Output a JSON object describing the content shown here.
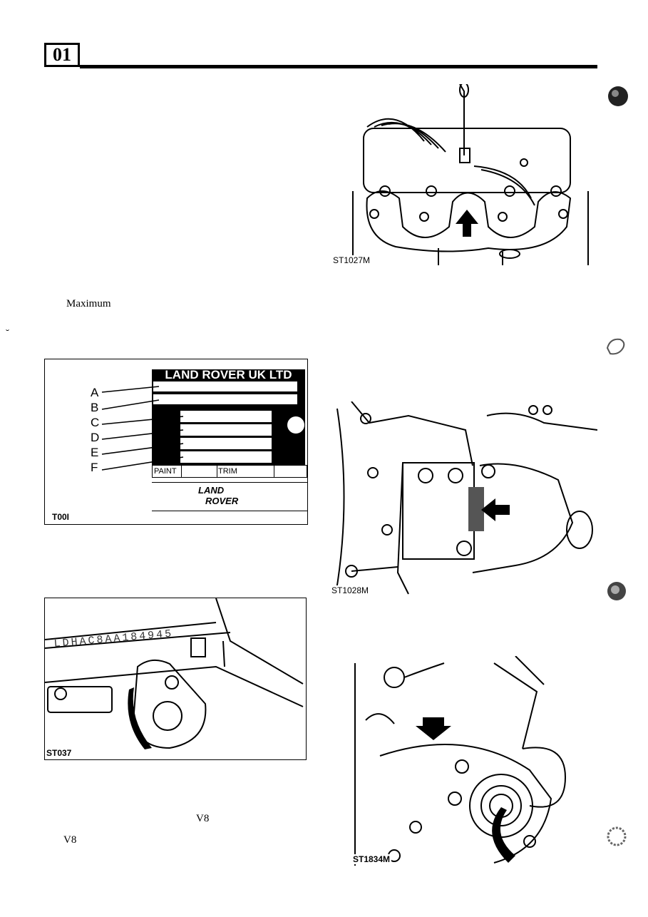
{
  "header": {
    "section_number": "01"
  },
  "text": {
    "maximum": "Maximum",
    "v8_a": "V8",
    "v8_b": "V8"
  },
  "figures": {
    "fig1": {
      "code": "ST1027M"
    },
    "fig2": {
      "code": "T00I",
      "plate_title": "LAND ROVER UK LTD",
      "callouts": [
        "A",
        "B",
        "C",
        "D",
        "E",
        "F"
      ],
      "paint_label": "PAINT",
      "trim_label": "TRIM",
      "logo_line1": "LAND",
      "logo_line2": "ROVER"
    },
    "fig3": {
      "code": "ST1028M"
    },
    "fig4": {
      "code": "ST037",
      "vin_stamp": "LDHAC8AA184945"
    },
    "fig5": {
      "code": "ST1834M"
    }
  }
}
